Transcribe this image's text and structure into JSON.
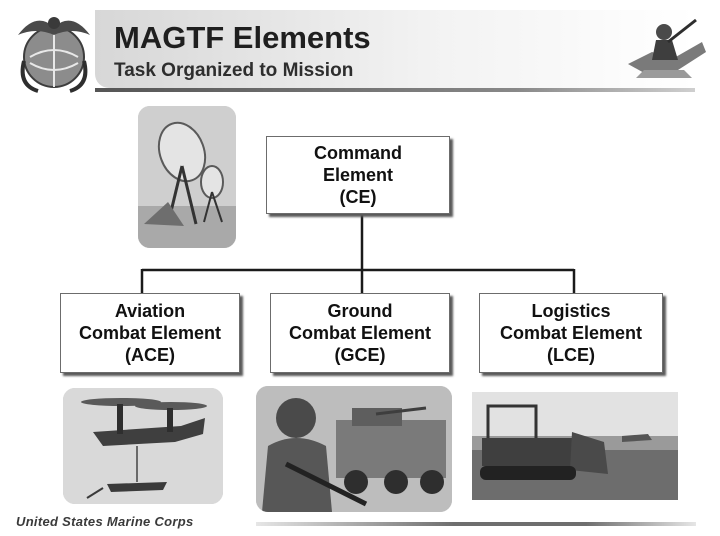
{
  "header": {
    "title": "MAGTF Elements",
    "subtitle": "Task Organized to Mission"
  },
  "org_chart": {
    "top": {
      "line1": "Command",
      "line2": "Element",
      "line3": "(CE)"
    },
    "children": [
      {
        "line1": "Aviation",
        "line2": "Combat Element",
        "line3": "(ACE)"
      },
      {
        "line1": "Ground",
        "line2": "Combat Element",
        "line3": "(GCE)"
      },
      {
        "line1": "Logistics",
        "line2": "Combat Element",
        "line3": "(LCE)"
      }
    ]
  },
  "footer": {
    "brand": "United States Marine Corps"
  },
  "icons": {
    "emblem": "eagle-globe-anchor-emblem",
    "corner": "marine-figure-art"
  },
  "colors": {
    "box_border": "#6c6c6c",
    "connector": "#1a1a1a",
    "title_text": "#1f1f1f"
  }
}
